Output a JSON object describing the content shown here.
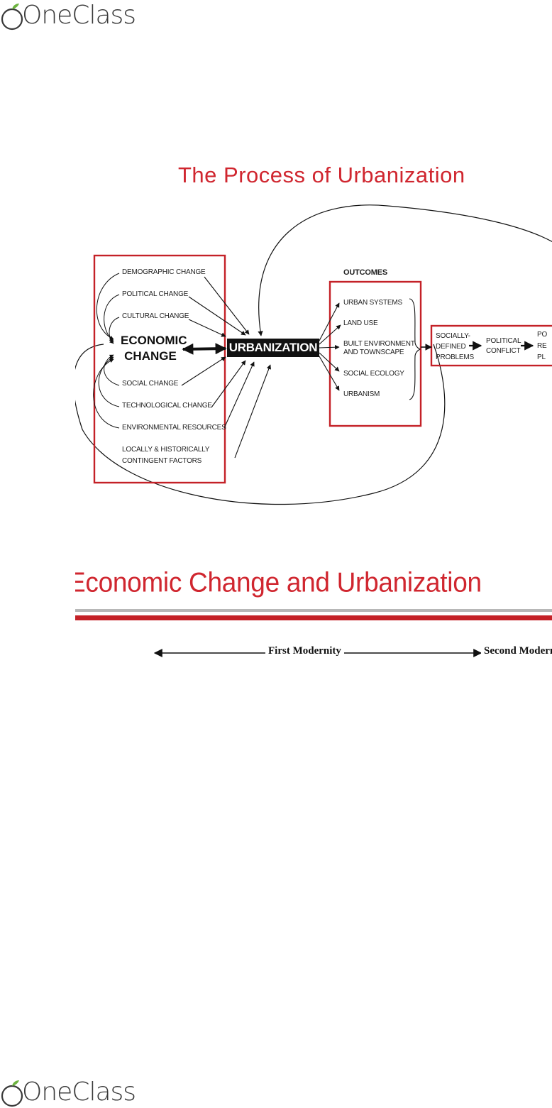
{
  "brand": {
    "name": "OneClass"
  },
  "slide1": {
    "title": "The Process of Urbanization",
    "factors": [
      "DEMOGRAPHIC CHANGE",
      "POLITICAL CHANGE",
      "CULTURAL CHANGE",
      "SOCIAL CHANGE",
      "TECHNOLOGICAL CHANGE",
      "ENVIRONMENTAL RESOURCES",
      "LOCALLY & HISTORICALLY",
      "CONTINGENT FACTORS"
    ],
    "economic_change": [
      "ECONOMIC",
      "CHANGE"
    ],
    "urbanization": "URBANIZATION",
    "outcomes_heading": "OUTCOMES",
    "outcomes": [
      "URBAN SYSTEMS",
      "LAND USE",
      "BUILT ENVIRONMENT",
      "AND TOWNSCAPE",
      "SOCIAL ECOLOGY",
      "URBANISM"
    ],
    "socially_defined": [
      "SOCIALLY-",
      "DEFINED",
      "PROBLEMS"
    ],
    "political_conflict": [
      "POLITICAL",
      "CONFLICT"
    ],
    "policy": [
      "PO",
      "RE",
      "PL"
    ],
    "colors": {
      "title": "#d0262f",
      "box": "#c42127"
    }
  },
  "slide2": {
    "title": "Economic Change and Urbanization",
    "first_modernity": "First Modernity",
    "second_modernity": "Second Moderni",
    "colors": {
      "title": "#d0262f",
      "rule_red": "#c42127",
      "rule_gray": "#b7b7b7"
    }
  }
}
